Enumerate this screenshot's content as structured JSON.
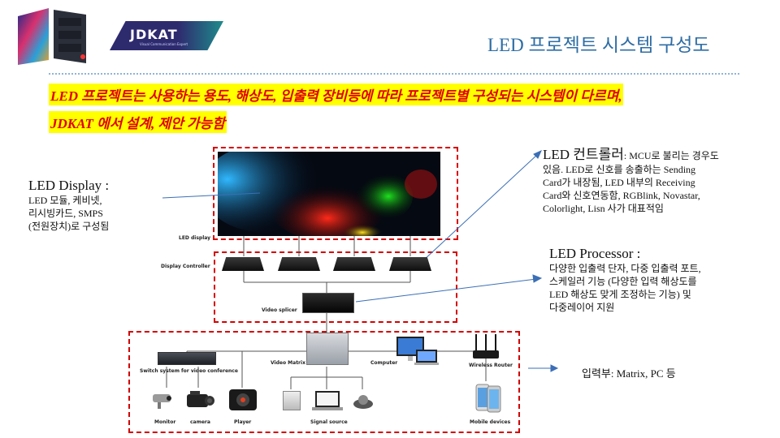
{
  "header": {
    "logo_text": "JDKAT",
    "logo_subtext": "Visual Communication Expert",
    "title": "LED 프로젝트 시스템 구성도"
  },
  "intro": {
    "line1": "LED 프로젝트는 사용하는 용도, 해상도, 입출력 장비등에 따라 프로젝트별 구성되는 시스템이 다르며,",
    "line2": "JDKAT 에서 설계, 제안 가능함"
  },
  "callouts": {
    "display": {
      "heading": "LED Display :",
      "lines": [
        "LED 모듈, 케비넷,",
        "리시빙카드, SMPS",
        "(전원장치)로 구성됨"
      ]
    },
    "controller": {
      "heading": "LED 컨트롤러",
      "heading_suffix": ": MCU로 불리는 경우도",
      "lines": [
        "있음. LED로 신호를 송출하는 Sending",
        "Card가 내장됨, LED 내부의 Receiving",
        "Card와 신호연동함, RGBlink, Novastar,",
        "Colorlight, Lisn 사가 대표적임"
      ]
    },
    "processor": {
      "heading": "LED Processor :",
      "lines": [
        "다양한 입출력 단자, 다중 입출력 포트,",
        "스케일러 기능 (다양한 입력 해상도를",
        "LED 해상도 맞게 조정하는 기능) 및",
        "다중레이어 지원"
      ]
    },
    "input": {
      "text": "입력부: Matrix, PC 등"
    }
  },
  "diagram_labels": {
    "led_display": "LED display",
    "display_controller": "Display Controller",
    "video_splicer": "Video splicer",
    "switch_system": "Switch system for video conference",
    "video_matrix": "Video Matrix",
    "computer": "Computer",
    "wireless_router": "Wireless Router",
    "monitor": "Monitor",
    "camera": "camera",
    "player": "Player",
    "signal_source": "Signal source",
    "mobile_devices": "Mobile devices"
  },
  "colors": {
    "title": "#2e6da4",
    "highlight_bg": "#ffff00",
    "highlight_text": "#e00000",
    "dashed_box": "#d40000",
    "arrow": "#3b6fb6"
  }
}
